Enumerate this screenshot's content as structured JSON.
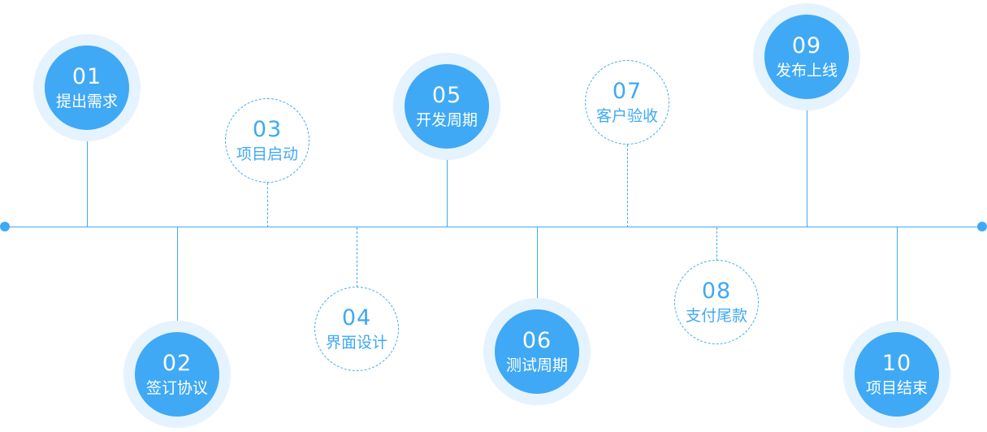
{
  "colors": {
    "accent": "#3fa9f5",
    "halo": "#e4f3fd",
    "text_on_accent": "#ffffff"
  },
  "steps": [
    {
      "num": "01",
      "label": "提出需求",
      "style": "solid"
    },
    {
      "num": "02",
      "label": "签订协议",
      "style": "solid"
    },
    {
      "num": "03",
      "label": "项目启动",
      "style": "outline"
    },
    {
      "num": "04",
      "label": "界面设计",
      "style": "outline"
    },
    {
      "num": "05",
      "label": "开发周期",
      "style": "solid"
    },
    {
      "num": "06",
      "label": "测试周期",
      "style": "solid"
    },
    {
      "num": "07",
      "label": "客户验收",
      "style": "outline"
    },
    {
      "num": "08",
      "label": "支付尾款",
      "style": "outline"
    },
    {
      "num": "09",
      "label": "发布上线",
      "style": "solid"
    },
    {
      "num": "10",
      "label": "项目结束",
      "style": "solid"
    }
  ]
}
